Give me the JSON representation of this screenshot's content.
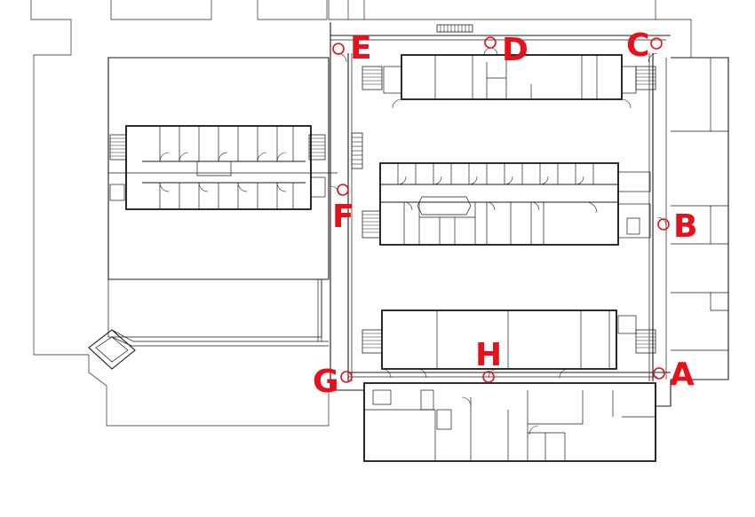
{
  "colors": {
    "marker": "#e8101a",
    "wall": "#1a1a1a"
  },
  "entrances": [
    {
      "label": "A"
    },
    {
      "label": "B"
    },
    {
      "label": "C"
    },
    {
      "label": "D"
    },
    {
      "label": "E"
    },
    {
      "label": "F"
    },
    {
      "label": "G"
    },
    {
      "label": "H"
    }
  ]
}
